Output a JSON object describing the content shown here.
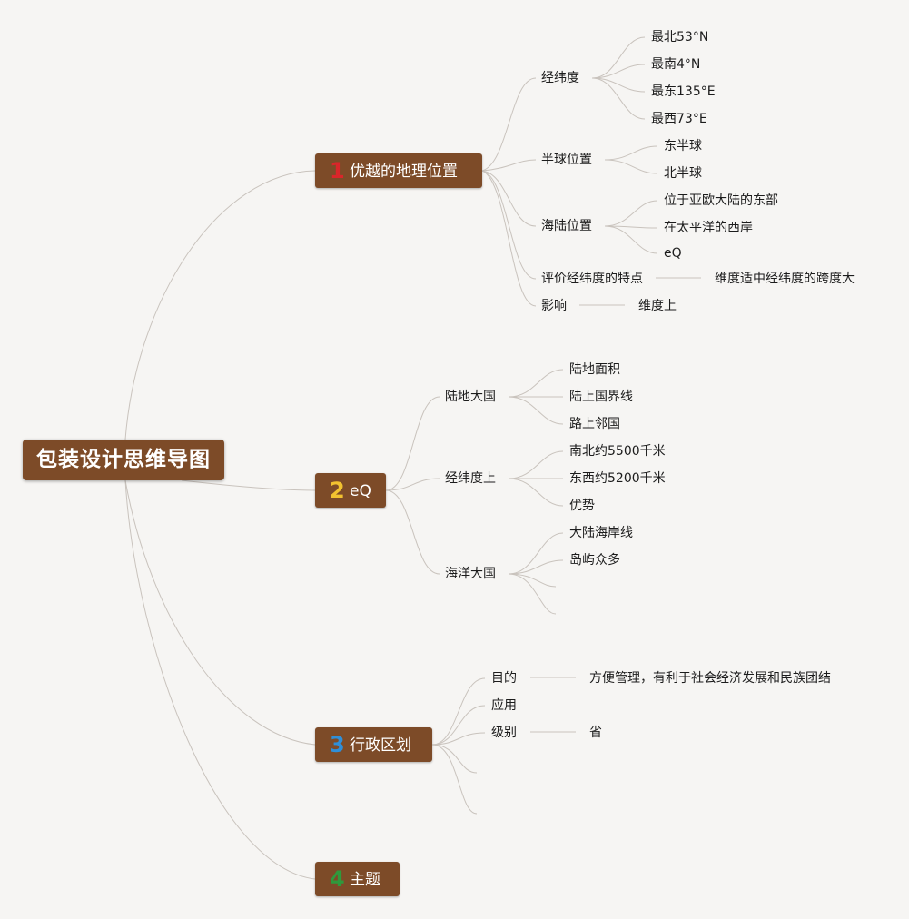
{
  "root": "包装设计思维导图",
  "colors": {
    "background": "#f6f5f3",
    "node_fill": "#7d4b28",
    "line": "#c9c3bd",
    "num1": "#d9262a",
    "num2": "#f2c230",
    "num3": "#2f8fd8",
    "num4": "#2e9a3c"
  },
  "topics": [
    {
      "num": "1",
      "label": "优越的地理位置",
      "children": [
        {
          "label": "经纬度",
          "children": [
            {
              "label": "最北53°N"
            },
            {
              "label": "最南4°N"
            },
            {
              "label": "最东135°E"
            },
            {
              "label": "最西73°E"
            }
          ]
        },
        {
          "label": "半球位置",
          "children": [
            {
              "label": "东半球"
            },
            {
              "label": "北半球"
            }
          ]
        },
        {
          "label": "海陆位置",
          "children": [
            {
              "label": "位于亚欧大陆的东部"
            },
            {
              "label": "在太平洋的西岸"
            },
            {
              "label": "eQ"
            }
          ]
        },
        {
          "label": "评价经纬度的特点",
          "children": [
            {
              "label": "维度适中经纬度的跨度大"
            }
          ]
        },
        {
          "label": "影响",
          "children": [
            {
              "label": "维度上"
            }
          ]
        }
      ]
    },
    {
      "num": "2",
      "label": "eQ",
      "children": [
        {
          "label": "陆地大国",
          "children": [
            {
              "label": "陆地面积"
            },
            {
              "label": "陆上国界线"
            },
            {
              "label": "路上邻国"
            }
          ]
        },
        {
          "label": "经纬度上",
          "children": [
            {
              "label": "南北约5500千米"
            },
            {
              "label": "东西约5200千米"
            },
            {
              "label": "优势"
            }
          ]
        },
        {
          "label": "海洋大国",
          "children": [
            {
              "label": "大陆海岸线"
            },
            {
              "label": "岛屿众多"
            },
            {
              "label": ""
            },
            {
              "label": ""
            }
          ]
        }
      ]
    },
    {
      "num": "3",
      "label": "行政区划",
      "children": [
        {
          "label": "目的",
          "children": [
            {
              "label": "方便管理，有利于社会经济发展和民族团结"
            }
          ]
        },
        {
          "label": "应用"
        },
        {
          "label": "级别",
          "children": [
            {
              "label": "省"
            }
          ]
        },
        {
          "label": ""
        },
        {
          "label": ""
        }
      ]
    },
    {
      "num": "4",
      "label": "主题"
    }
  ]
}
